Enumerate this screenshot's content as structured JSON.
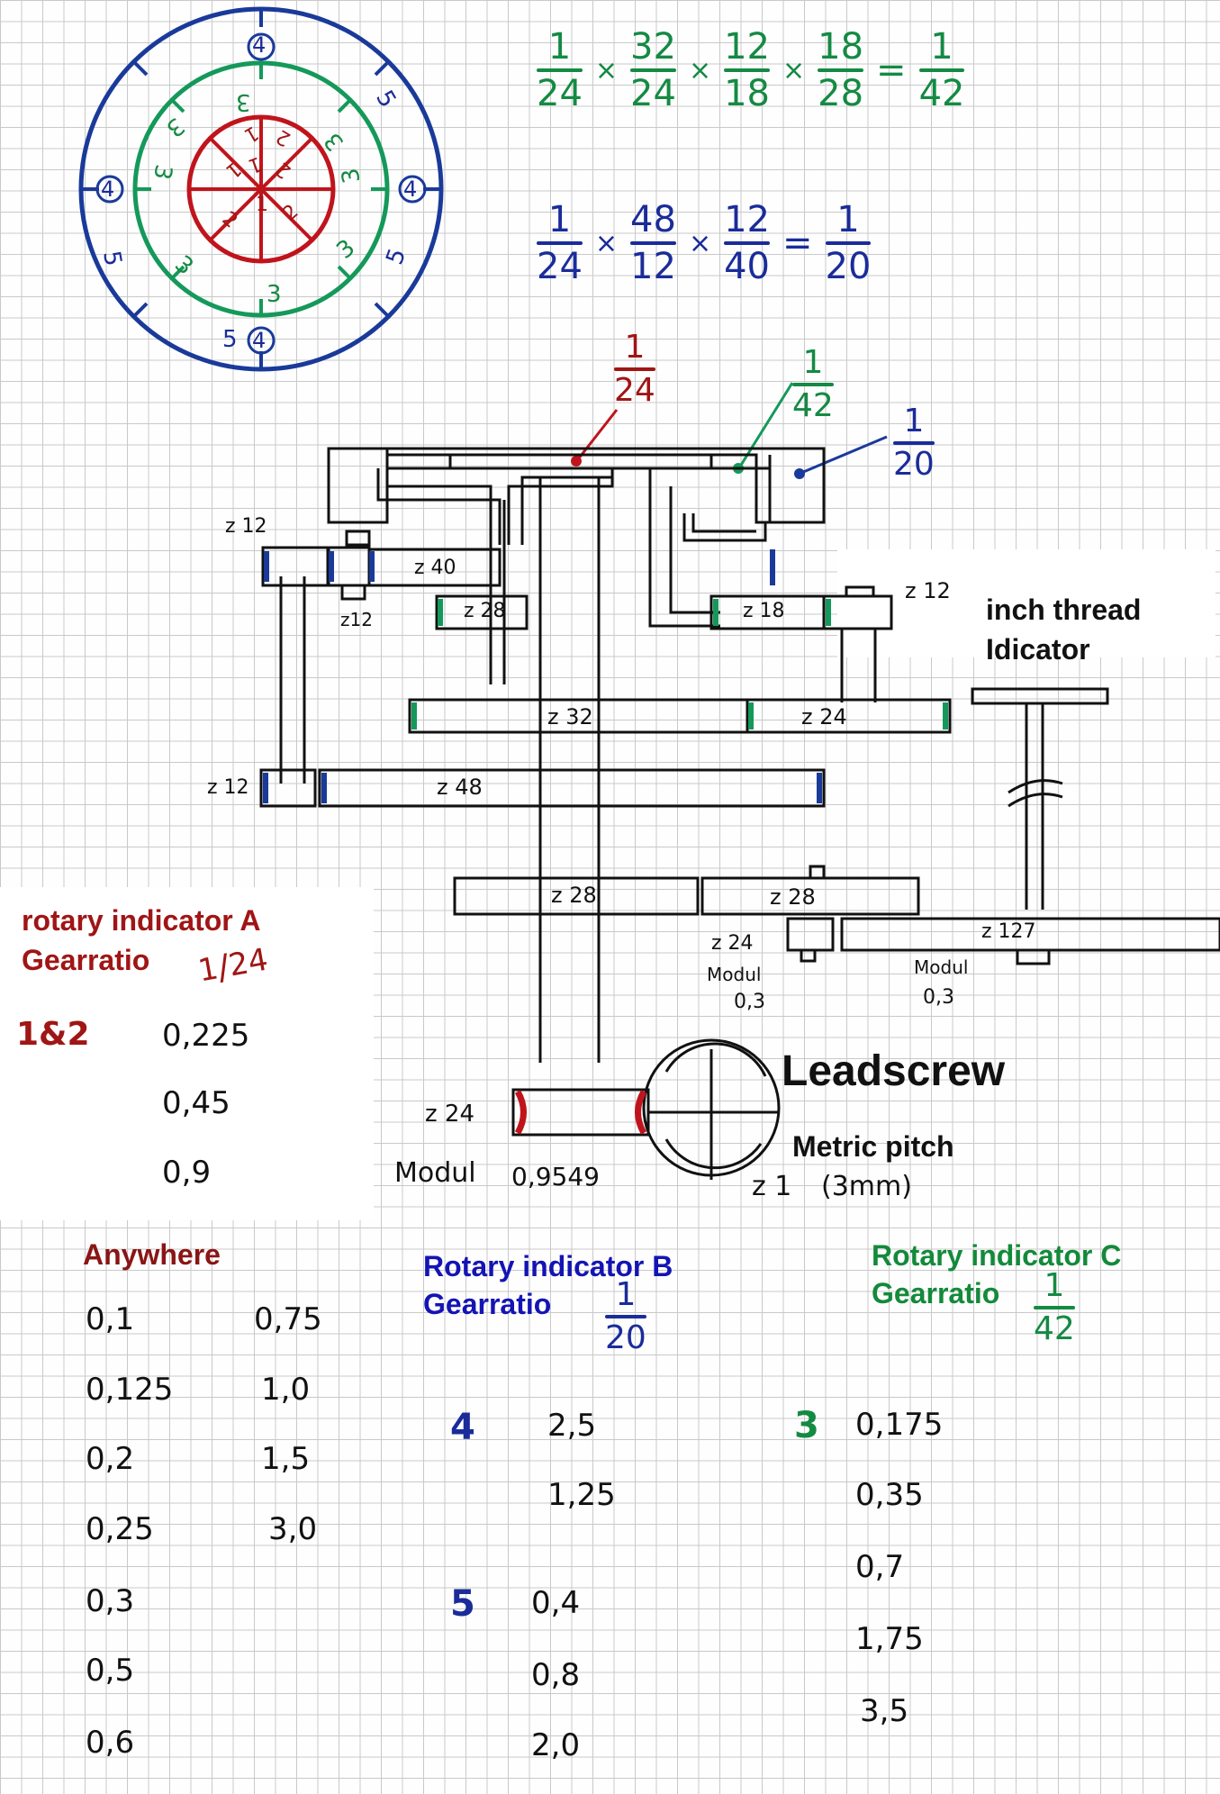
{
  "colors": {
    "red": "#c0141c",
    "green": "#14995a",
    "blue": "#1a3a9a",
    "ink": "#111111"
  },
  "dial": {
    "inner_labels": [
      "1",
      "2",
      "1",
      "2",
      "1",
      "2",
      "1",
      "2"
    ],
    "middle_labels": [
      "3",
      "3",
      "3",
      "3",
      "3",
      "3",
      "3",
      "3"
    ],
    "outer_labels": [
      "4",
      "5",
      "4",
      "5",
      "4",
      "5",
      "4",
      "5"
    ]
  },
  "equations": {
    "eq1": {
      "fractions": [
        [
          "1",
          "24"
        ],
        [
          "32",
          "24"
        ],
        [
          "12",
          "18"
        ],
        [
          "18",
          "28"
        ]
      ],
      "ops": [
        "×",
        "×",
        "×",
        "="
      ],
      "result": [
        "1",
        "42"
      ]
    },
    "eq2": {
      "fractions": [
        [
          "1",
          "24"
        ],
        [
          "48",
          "12"
        ],
        [
          "12",
          "40"
        ]
      ],
      "ops": [
        "×",
        "×",
        "="
      ],
      "result": [
        "1",
        "20"
      ]
    }
  },
  "pointer_labels": {
    "a": {
      "num": "1",
      "den": "24"
    },
    "c": {
      "num": "1",
      "den": "42"
    },
    "b": {
      "num": "1",
      "den": "20"
    }
  },
  "gears": {
    "z12_a": "z 12",
    "z40": "z 40",
    "z12_b": "z12",
    "z28_top": "z 28",
    "z18": "z 18",
    "z12_c": "z 12",
    "z32": "z 32",
    "z24_mid": "z 24",
    "z12_d": "z 12",
    "z48": "z 48",
    "z28_l": "z 28",
    "z28_r": "z 28",
    "z127": "z 127",
    "z24_mod": "z 24",
    "z24_worm": "z 24"
  },
  "modul": {
    "m1_label": "Modul",
    "m1_value": "0,3",
    "m2_label": "Modul",
    "m2_value": "0,3",
    "worm_label": "Modul",
    "worm_value": "0,9549"
  },
  "indicator_label": {
    "line1": "inch thread",
    "line2": "Idicator"
  },
  "leadscrew": {
    "title": "Leadscrew",
    "pitch": "Metric pitch",
    "z": "z 1",
    "pitch_value": "(3mm)"
  },
  "rotary_a": {
    "title": "rotary indicator A",
    "subtitle": "Gearratio",
    "ratio_num": "1",
    "ratio_den": "24",
    "mark": "1&2",
    "values": [
      "0,225",
      "0,45",
      "0,9"
    ]
  },
  "anywhere": {
    "title": "Anywhere",
    "col1": [
      "0,1",
      "0,125",
      "0,2",
      "0,25",
      "0,3",
      "0,5",
      "0,6"
    ],
    "col2": [
      "0,75",
      "1,0",
      "1,5",
      "3,0"
    ]
  },
  "rotary_b": {
    "title": "Rotary indicator B",
    "subtitle": "Gearratio",
    "ratio_num": "1",
    "ratio_den": "20",
    "mark1": "4",
    "values1": [
      "2,5",
      "1,25"
    ],
    "mark2": "5",
    "values2": [
      "0,4",
      "0,8",
      "2,0"
    ]
  },
  "rotary_c": {
    "title": "Rotary indicator C",
    "subtitle": "Gearratio",
    "ratio_num": "1",
    "ratio_den": "42",
    "mark": "3",
    "values": [
      "0,175",
      "0,35",
      "0,7",
      "1,75",
      "3,5"
    ]
  }
}
